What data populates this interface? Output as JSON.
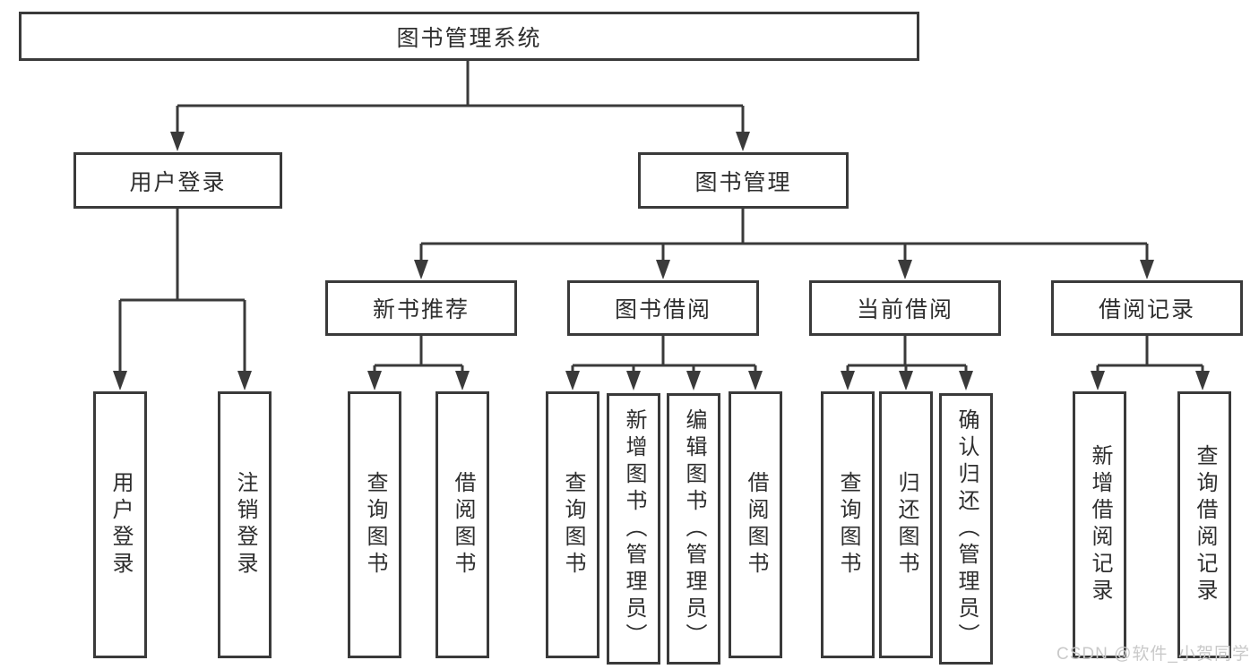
{
  "colors": {
    "line": "#3a3a3a",
    "text": "#2e2e2e",
    "watermark": "#c9c9c9",
    "background": "#ffffff"
  },
  "tree": {
    "root_label": "图书管理系统",
    "level2": {
      "user_login": "用户登录",
      "book_management": "图书管理"
    },
    "level3": {
      "new_book_recommend": "新书推荐",
      "book_borrow": "图书借阅",
      "current_borrow": "当前借阅",
      "borrow_records": "借阅记录"
    },
    "leaves": {
      "user_login": "用户登录",
      "logout": "注销登录",
      "recommend_query_book": "查询图书",
      "recommend_borrow_book": "借阅图书",
      "borrow_query_book": "查询图书",
      "borrow_add_book": "新增图书（管理员）",
      "borrow_edit_book": "编辑图书（管理员）",
      "borrow_borrow_book": "借阅图书",
      "current_query_book": "查询图书",
      "current_return_book": "归还图书",
      "current_confirm_return": "确认归还（管理员）",
      "records_add_record": "新增借阅记录",
      "records_query_record": "查询借阅记录"
    }
  },
  "watermark": "CSDN @软件_小贺同学"
}
